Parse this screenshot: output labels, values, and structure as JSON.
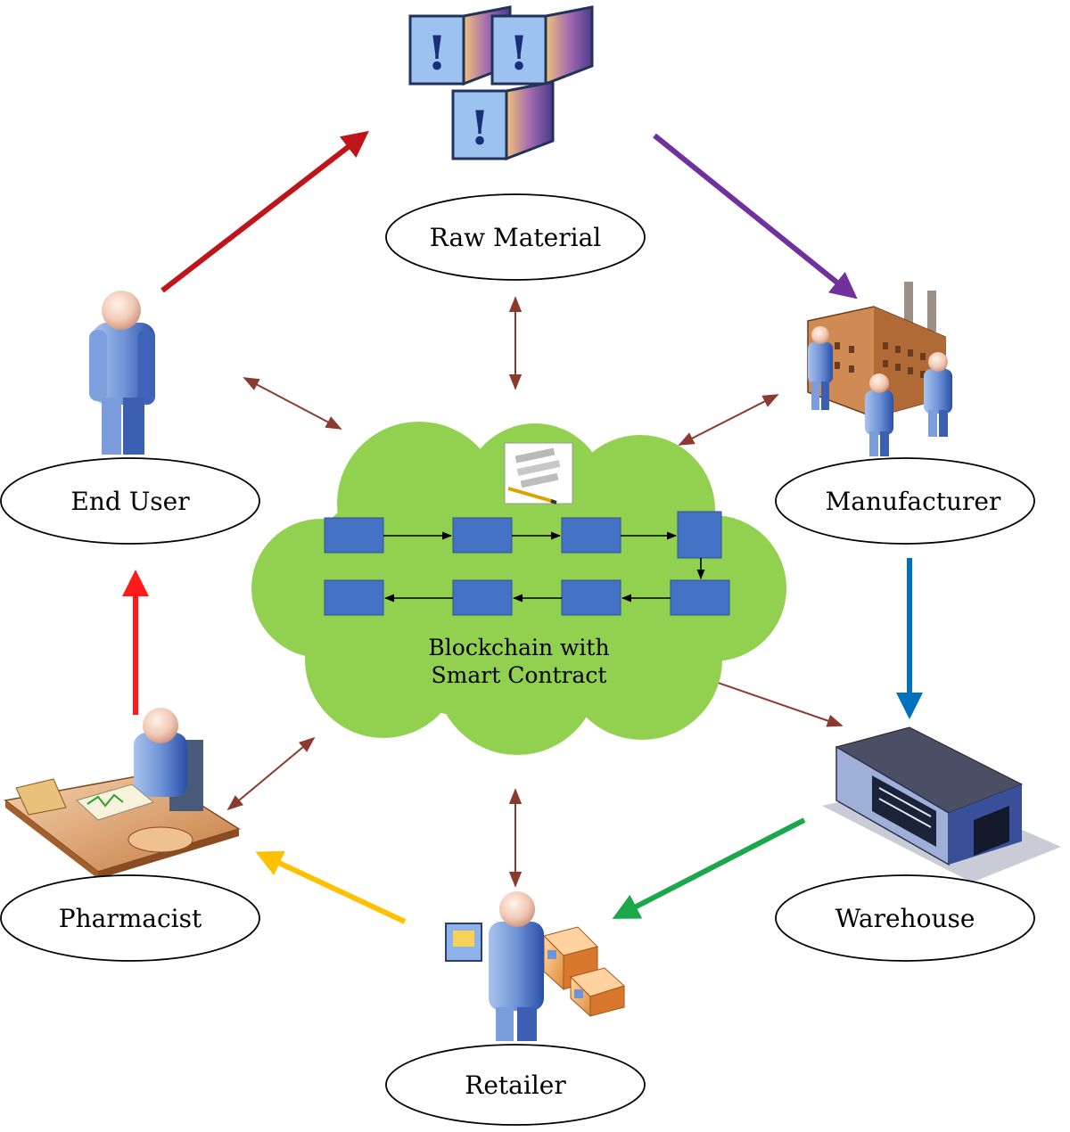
{
  "nodes": {
    "raw_material": "Raw Material",
    "end_user": "End User",
    "manufacturer": "Manufacturer",
    "pharmacist": "Pharmacist",
    "warehouse": "Warehouse",
    "retailer": "Retailer"
  },
  "center": {
    "line1": "Blockchain with",
    "line2": "Smart Contract"
  },
  "colors": {
    "flow_enduser_raw": "#c0141b",
    "flow_raw_manufacturer": "#7030a0",
    "flow_manufacturer_warehouse": "#0070c0",
    "flow_warehouse_retailer": "#1aa84b",
    "flow_retailer_pharmacist": "#ffc000",
    "flow_pharmacist_enduser": "#ff1a1a",
    "cloud": "#92d050",
    "block": "#4472c4",
    "bidirectional": "#8b3a2e"
  }
}
